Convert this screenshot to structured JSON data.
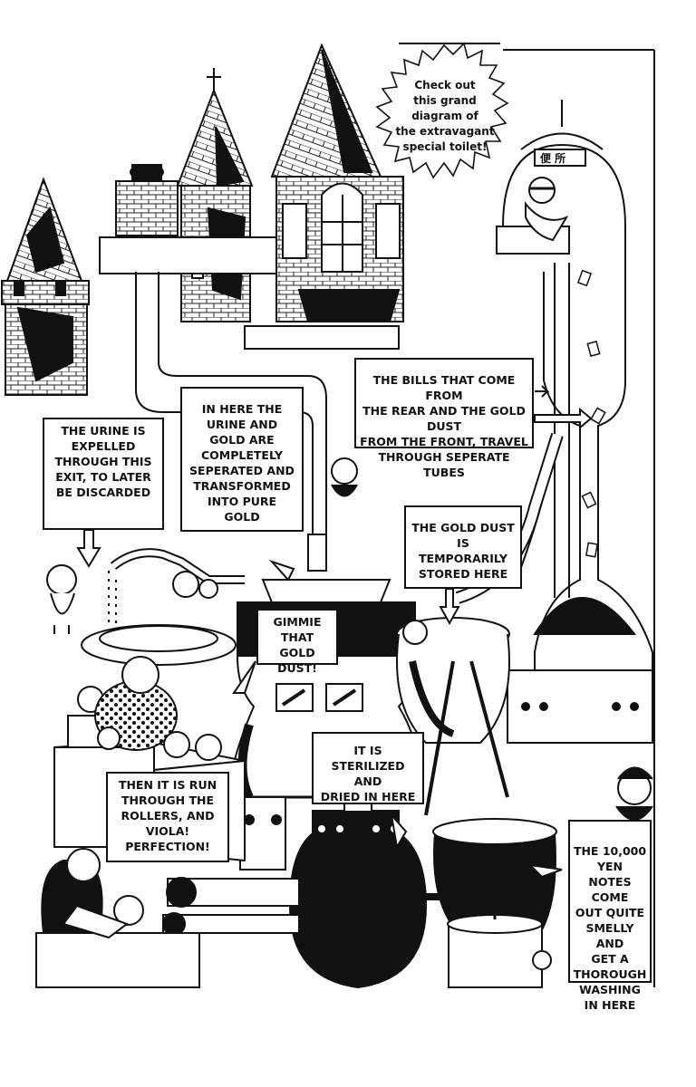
{
  "burst_text": "Check out\nthis grand\ndiagram of\nthe extravagant\nspecial toilet!",
  "toilet_sign": "便 所",
  "captions": {
    "urine": "THE URINE IS\nEXPELLED\nTHROUGH THIS\nEXIT, TO LATER\nBE DISCARDED",
    "separator": "IN HERE THE\nURINE AND\nGOLD ARE\nCOMPLETELY\nSEPERATED AND\nTRANSFORMED\nINTO PURE\nGOLD",
    "tubes": "THE BILLS THAT COME FROM\nTHE REAR AND THE GOLD DUST\nFROM THE FRONT, TRAVEL\nTHROUGH SEPERATE TUBES",
    "gold_store": "THE GOLD DUST IS\nTEMPORARILY\nSTORED HERE",
    "gimmie": "GIMMIE\nTHAT\nGOLD DUST!",
    "sterilized": "IT IS\nSTERILIZED AND\nDRIED IN HERE",
    "rollers": "THEN IT IS RUN\nTHROUGH THE\nROLLERS, AND\nVIOLA!\nPERFECTION!",
    "notes": "THE 10,000 YEN\nNOTES COME\nOUT QUITE\nSMELLY AND\nGET A\nTHOROUGH\nWASHING\nIN HERE"
  }
}
